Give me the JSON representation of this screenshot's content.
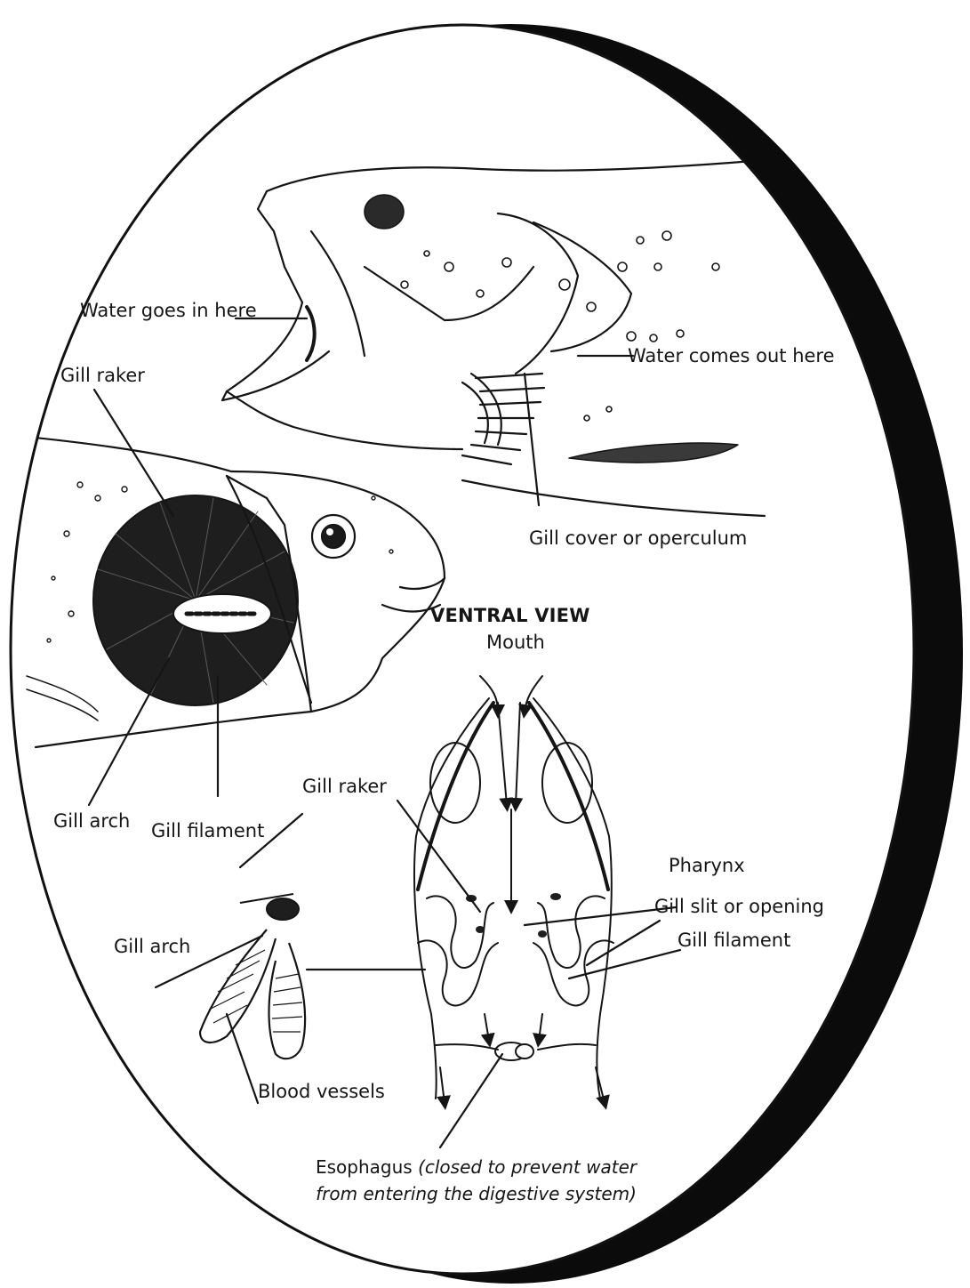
{
  "labels": {
    "water_in": "Water goes in here",
    "water_out": "Water comes out here",
    "gill_raker_top": "Gill raker",
    "operculum": "Gill cover or operculum",
    "gill_arch_left": "Gill arch",
    "gill_filament_left": "Gill filament",
    "ventral_view": "VENTRAL VIEW",
    "mouth": "Mouth",
    "gill_raker_mid": "Gill raker",
    "pharynx": "Pharynx",
    "gill_slit": "Gill slit or opening",
    "gill_filament_right": "Gill filament",
    "gill_arch_lower": "Gill arch",
    "blood_vessels": "Blood vessels",
    "esophagus": "Esophagus",
    "esophagus_note_1": "(closed to prevent water",
    "esophagus_note_2": "from entering the digestive system)"
  },
  "colors": {
    "ink": "#151515",
    "shadow": "#0b0b0b",
    "gill_dark": "#1e1e1e",
    "fin": "#3a3a3a"
  }
}
